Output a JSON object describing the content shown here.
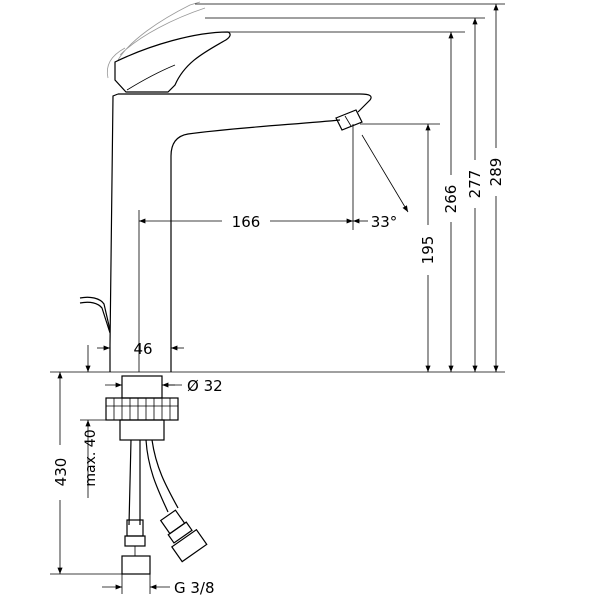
{
  "dimensions": {
    "reach": "166",
    "spout_angle": "33°",
    "spout_height": "195",
    "height_266": "266",
    "height_277": "277",
    "height_289": "289",
    "base_width": "46",
    "thread_diameter": "Ø 32",
    "max_thickness": "max. 40",
    "hose_length": "430",
    "connection": "G 3/8"
  }
}
